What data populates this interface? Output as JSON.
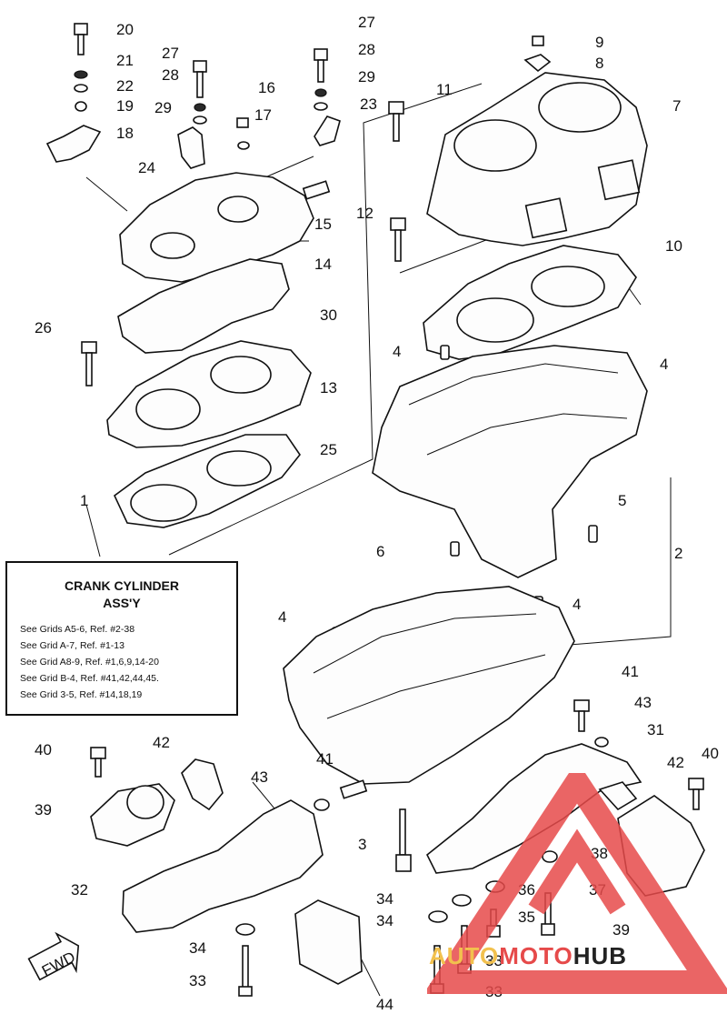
{
  "info_box": {
    "title_line1": "CRANK CYLINDER",
    "title_line2": "ASS'Y",
    "lines": [
      "See Grids A5-6, Ref. #2-38",
      "See Grid A-7, Ref. #1-13",
      "See Grid A8-9, Ref. #1,6,9,14-20",
      "See Grid B-4, Ref. #41,42,44,45.",
      "See Grid 3-5, Ref. #14,18,19"
    ]
  },
  "fwd_label": "FWD",
  "callouts": {
    "c1": "1",
    "c2": "2",
    "c3": "3",
    "c4a": "4",
    "c4b": "4",
    "c4c": "4",
    "c4d": "4",
    "c5": "5",
    "c6": "6",
    "c7": "7",
    "c8": "8",
    "c9": "9",
    "c10": "10",
    "c11": "11",
    "c12": "12",
    "c13": "13",
    "c14": "14",
    "c15": "15",
    "c16": "16",
    "c17": "17",
    "c18": "18",
    "c19": "19",
    "c20": "20",
    "c21": "21",
    "c22": "22",
    "c23": "23",
    "c24": "24",
    "c25": "25",
    "c26": "26",
    "c27a": "27",
    "c27b": "27",
    "c28a": "28",
    "c28b": "28",
    "c29a": "29",
    "c29b": "29",
    "c30": "30",
    "c31": "31",
    "c32": "32",
    "c33a": "33",
    "c33b": "33",
    "c33c": "33",
    "c34a": "34",
    "c34b": "34",
    "c34c": "34",
    "c35": "35",
    "c36": "36",
    "c37": "37",
    "c38": "38",
    "c39a": "39",
    "c39b": "39",
    "c40a": "40",
    "c40b": "40",
    "c41a": "41",
    "c41b": "41",
    "c42a": "42",
    "c42b": "42",
    "c43a": "43",
    "c43b": "43",
    "c44": "44"
  },
  "watermark": {
    "part1": "AUTO",
    "part2": "MOTO",
    "part3": "HUB"
  },
  "colors": {
    "ink": "#111111",
    "watermark_red": "#e64a4a",
    "watermark_yellow": "#f2c14e"
  }
}
